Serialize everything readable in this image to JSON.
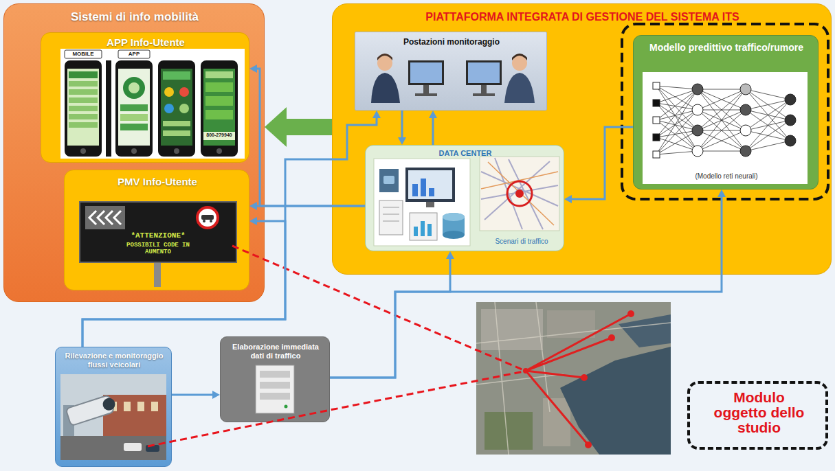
{
  "diagram": {
    "nodes": [
      {
        "text": [
          "Sistemi di info mobilità"
        ]
      },
      {
        "text": [
          "APP Info-Utente"
        ],
        "in": 0
      },
      {
        "text": [
          "PMV Info-Utente"
        ],
        "in": 0
      },
      {
        "text": [
          "PIATTAFORMA INTEGRATA DI GESTIONE DEL SISTEMA ITS"
        ]
      },
      {
        "text": [
          "Postazioni monitoraggio"
        ],
        "in": 3
      },
      {
        "text": [
          "DATA CENTER",
          "Scenari di traffico"
        ],
        "in": 3
      },
      {
        "text": [
          "Modello predittivo traffico/rumore",
          "(Modello reti neurali)"
        ],
        "in": 3
      },
      {
        "text": [
          "Rilevazione e monitoraggio flussi veicolari"
        ]
      },
      {
        "text": [
          "Elaborazione immediata dati di traffico"
        ]
      },
      {
        "text": [
          "Modulo oggetto dello studio"
        ]
      }
    ],
    "edges": [
      {
        "from": 3,
        "to": 0,
        "arrow": "to"
      },
      {
        "from": 4,
        "to": 5,
        "arrow": "to"
      },
      {
        "from": 5,
        "to": 4,
        "arrow": "to"
      },
      {
        "from": 5,
        "to": 1,
        "arrow": "to"
      },
      {
        "from": 5,
        "to": 2,
        "arrow": "to"
      },
      {
        "from": 6,
        "to": 5,
        "arrow": "to"
      },
      {
        "from": 7,
        "to": 4,
        "arrow": "to"
      },
      {
        "from": 7,
        "to": 2,
        "arrow": "to"
      },
      {
        "from": 7,
        "to": 8,
        "arrow": "to"
      },
      {
        "from": 8,
        "to": 5,
        "arrow": "to"
      },
      {
        "from": 8,
        "to": 6,
        "arrow": "to"
      }
    ],
    "labels": [
      "MOBILE",
      "APP",
      "800-279940",
      "*ATTENZIONE*",
      "POSSIBILI CODE IN AUMENTO"
    ]
  }
}
